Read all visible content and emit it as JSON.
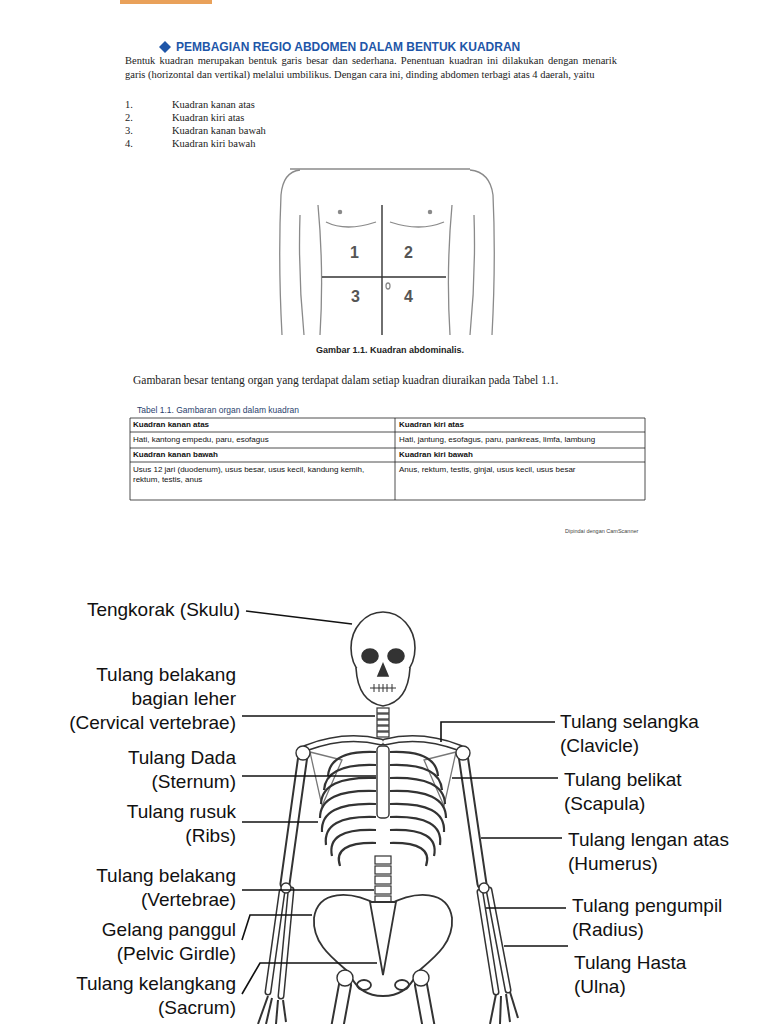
{
  "diagram": {
    "title": "PEMBAGIAN REGIO ABDOMEN DALAM BENTUK KUADRAN",
    "caption": "Gambar 1.1. Kuadran abdominalis.",
    "labels": [
      "Bentuk kuadran merupakan bentuk garis besar dan sederhana. Penentuan kuadran ini dilakukan dengan menarik garis (horizontal dan vertikal) melalui umbilikus. Dengan cara ini, dinding abdomen terbagi atas 4 daerah, yaitu",
      "1.",
      "Kuadran kanan atas",
      "2.",
      "Kuadran kiri atas",
      "3.",
      "Kuadran kanan bawah",
      "4.",
      "Kuadran kiri bawah",
      "1",
      "2",
      "3",
      "4",
      "Gambaran besar tentang organ yang terdapat dalam setiap kuadran diuraikan pada Tabel 1.1.",
      "Tabel 1.1. Gambaran organ dalam kuadran",
      "Kuadran kanan atas",
      "Kuadran kiri atas",
      "Hati, kantong empedu, paru, esofagus",
      "Hati, jantung, esofagus, paru, pankreas, limfa, lambung",
      "Kuadran kanan bawah",
      "Kuadran kiri bawah",
      "Usus 12 jari (duodenum), usus besar, usus kecil, kandung kemih, rektum, testis, anus",
      "Anus, rektum, testis, ginjal, usus kecil, usus besar",
      "Dipindai dengan CamScanner",
      "Tengkorak (Skulu)",
      "Tulang belakang bagian leher (Cervical vertebrae)",
      "Tulang Dada (Sternum)",
      "Tulang rusuk (Ribs)",
      "Tulang belakang (Vertebrae)",
      "Gelang panggul (Pelvic Girdle)",
      "Tulang kelangkang (Sacrum)",
      "Tulang selangka (Clavicle)",
      "Tulang belikat (Scapula)",
      "Tulang lengan atas (Humerus)",
      "Tulang pengumpil (Radius)",
      "Tulang Hasta (Ulna)"
    ]
  }
}
